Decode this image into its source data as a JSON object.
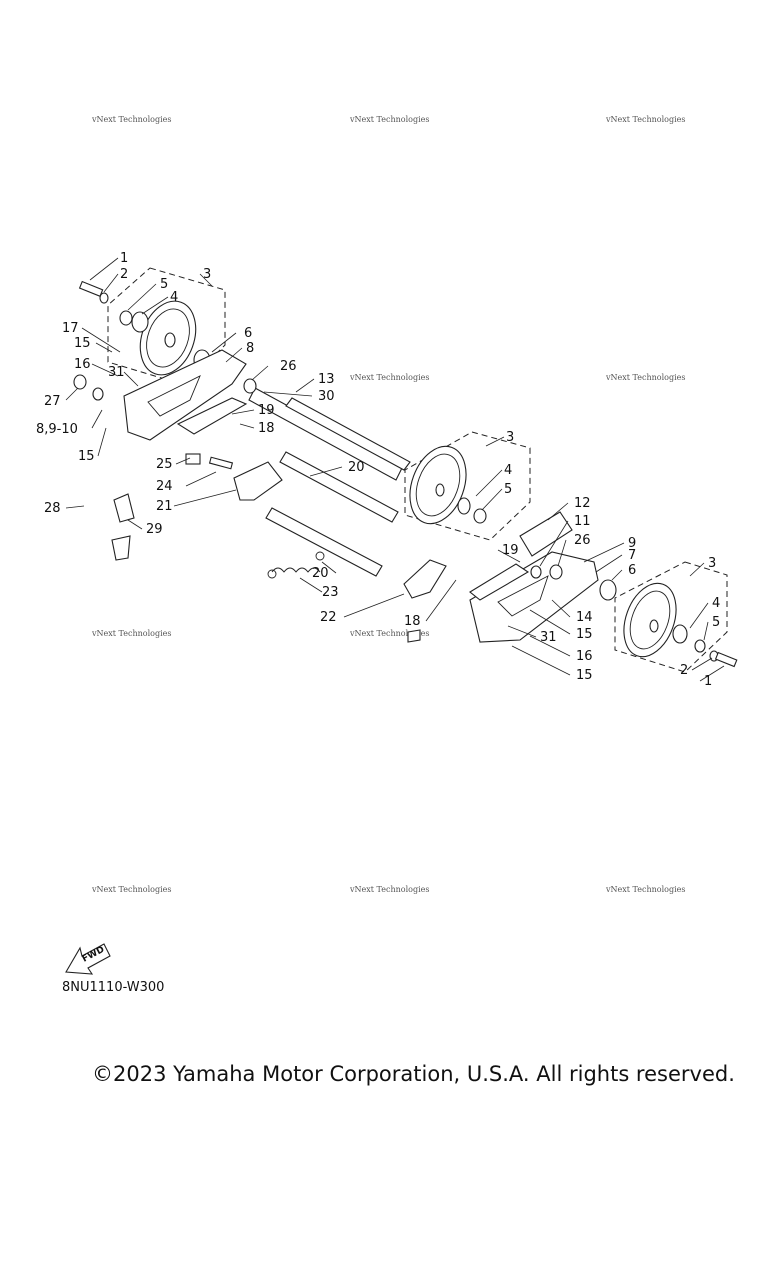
{
  "watermark": "vNext Technologies",
  "fwd_label": "FWD",
  "diagram_code": "8NU1110-W300",
  "copyright": "©2023 Yamaha Motor Corporation, U.S.A. All rights reserved.",
  "callouts": {
    "c1a": "1",
    "c2a": "2",
    "c3a": "3",
    "c5a": "5",
    "c4a": "4",
    "c17": "17",
    "c6a": "6",
    "c15a": "15",
    "c8a": "8",
    "c16a": "16",
    "c31a": "31",
    "c26a": "26",
    "c13": "13",
    "c27": "27",
    "c30": "30",
    "c8910": "8,9-10",
    "c19a": "19",
    "c18a": "18",
    "c15b": "15",
    "c3b": "3",
    "c25": "25",
    "c20a": "20",
    "c24": "24",
    "c4b": "4",
    "c21": "21",
    "c5b": "5",
    "c28": "28",
    "c12": "12",
    "c29": "29",
    "c11": "11",
    "c26b": "26",
    "c9": "9",
    "c19b": "19",
    "c7": "7",
    "c6b": "6",
    "c3c": "3",
    "c20b": "20",
    "c23": "23",
    "c14": "14",
    "c4c": "4",
    "c22": "22",
    "c18b": "18",
    "c15c": "15",
    "c5c": "5",
    "c31b": "31",
    "c16b": "16",
    "c2b": "2",
    "c1b": "1",
    "c15d": "15"
  }
}
